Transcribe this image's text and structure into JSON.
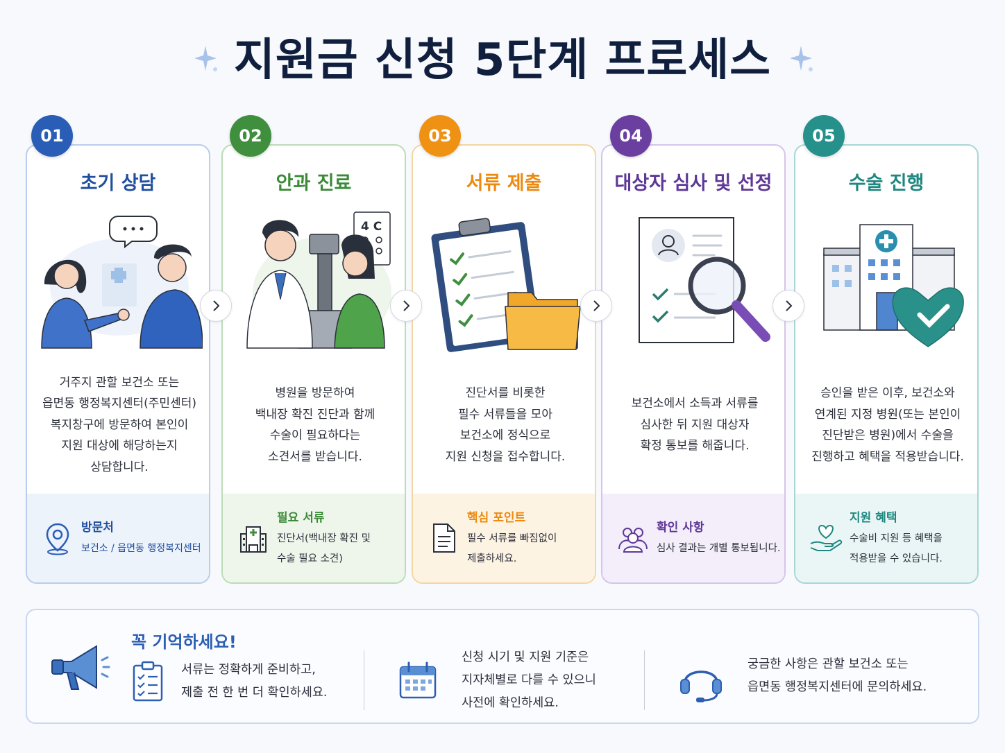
{
  "title": "지원금 신청 5단계 프로세스",
  "colors": {
    "navy": "#0f1f3d",
    "step1": "#2a5db5",
    "step2": "#3f8f3f",
    "step3": "#ef9214",
    "step4": "#6b3fa0",
    "step5": "#25918a"
  },
  "steps": [
    {
      "number": "01",
      "title": "초기 상담",
      "illustration": "consultation-icon",
      "description": "거주지 관할 보건소 또는\n읍면동 행정복지센터(주민센터)\n복지창구에 방문하여 본인이\n지원 대상에 해당하는지\n상담합니다.",
      "footer_icon": "location-pin-icon",
      "footer_title": "방문처",
      "footer_body": "보건소 / 읍면동 행정복지센터"
    },
    {
      "number": "02",
      "title": "안과 진료",
      "illustration": "eye-exam-icon",
      "description": "병원을 방문하여\n백내장 확진 진단과 함께\n수술이 필요하다는\n소견서를 받습니다.",
      "footer_icon": "hospital-icon",
      "footer_title": "필요 서류",
      "footer_body": "진단서(백내장 확진 및\n수술 필요 소견)"
    },
    {
      "number": "03",
      "title": "서류 제출",
      "illustration": "clipboard-folder-icon",
      "description": "진단서를 비롯한\n필수 서류들을 모아\n보건소에 정식으로\n지원 신청을 접수합니다.",
      "footer_icon": "document-icon",
      "footer_title": "핵심 포인트",
      "footer_body": "필수 서류를 빠짐없이\n제출하세요."
    },
    {
      "number": "04",
      "title": "대상자 심사 및 선정",
      "illustration": "review-magnifier-icon",
      "description": "보건소에서 소득과 서류를\n심사한 뒤 지원 대상자\n확정 통보를 해줍니다.",
      "footer_icon": "people-icon",
      "footer_title": "확인 사항",
      "footer_body": "심사 결과는 개별 통보됩니다."
    },
    {
      "number": "05",
      "title": "수술 진행",
      "illustration": "hospital-heart-icon",
      "description": "승인을 받은 이후, 보건소와\n연계된 지정 병원(또는 본인이\n진단받은 병원)에서 수술을\n진행하고 혜택을 적용받습니다.",
      "footer_icon": "heart-hand-icon",
      "footer_title": "지원 혜택",
      "footer_body": "수술비 지원 등 혜택을\n적용받을 수 있습니다."
    }
  ],
  "reminder": {
    "title": "꼭 기억하세요!",
    "icon": "megaphone-icon",
    "tips": [
      {
        "icon": "checklist-icon",
        "text": "서류는 정확하게 준비하고,\n제출 전 한 번 더 확인하세요."
      },
      {
        "icon": "calendar-icon",
        "text": "신청 시기 및 지원 기준은\n지자체별로 다를 수 있으니\n사전에 확인하세요."
      },
      {
        "icon": "headset-icon",
        "text": "궁금한 사항은 관할 보건소 또는\n읍면동 행정복지센터에 문의하세요."
      }
    ]
  }
}
